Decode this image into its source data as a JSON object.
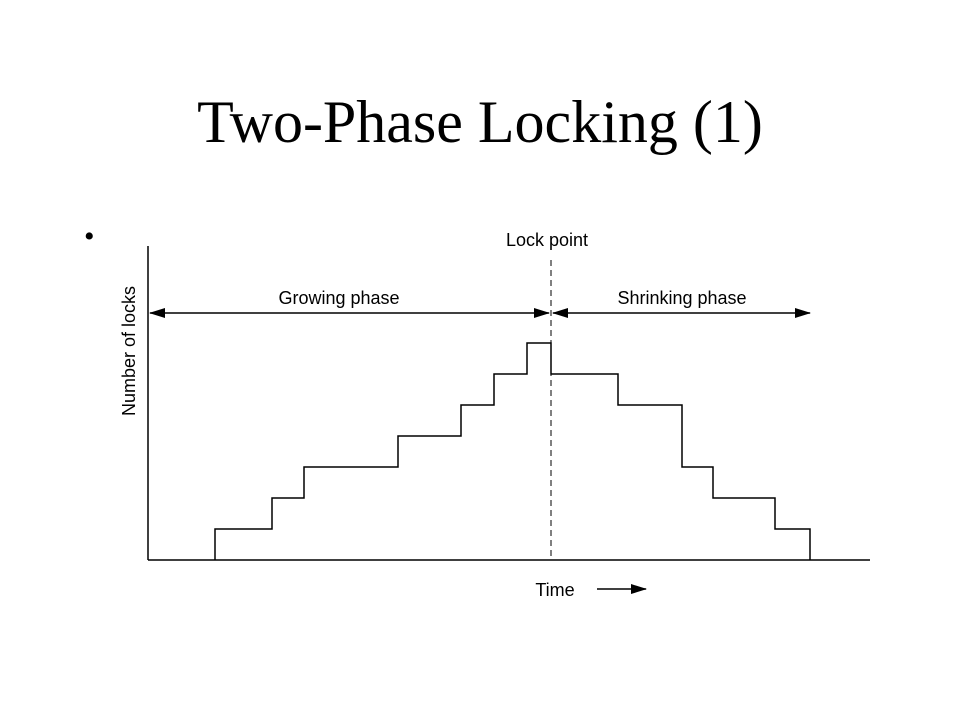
{
  "slide": {
    "title": "Two-Phase Locking (1)",
    "bullet": "•"
  },
  "diagram": {
    "labels": {
      "lock_point": "Lock point",
      "growing_phase": "Growing phase",
      "shrinking_phase": "Shrinking phase",
      "y_axis": "Number of locks",
      "x_axis": "Time"
    },
    "steps": [
      [
        0,
        0
      ],
      [
        0,
        1
      ],
      [
        1,
        1
      ],
      [
        1,
        2
      ],
      [
        2,
        2
      ],
      [
        2,
        3
      ],
      [
        3,
        3
      ],
      [
        3,
        4
      ],
      [
        4,
        4
      ],
      [
        4,
        5
      ],
      [
        5,
        5
      ],
      [
        5,
        6
      ],
      [
        6,
        6
      ],
      [
        6,
        7
      ],
      [
        7,
        7
      ],
      [
        7,
        6
      ],
      [
        8,
        6
      ],
      [
        8,
        5
      ],
      [
        9,
        5
      ],
      [
        9,
        3
      ],
      [
        10,
        3
      ],
      [
        10,
        2
      ],
      [
        11,
        2
      ],
      [
        11,
        1
      ],
      [
        12,
        1
      ],
      [
        12,
        0
      ]
    ],
    "colors": {
      "line": "#000000",
      "background": "#ffffff"
    }
  }
}
